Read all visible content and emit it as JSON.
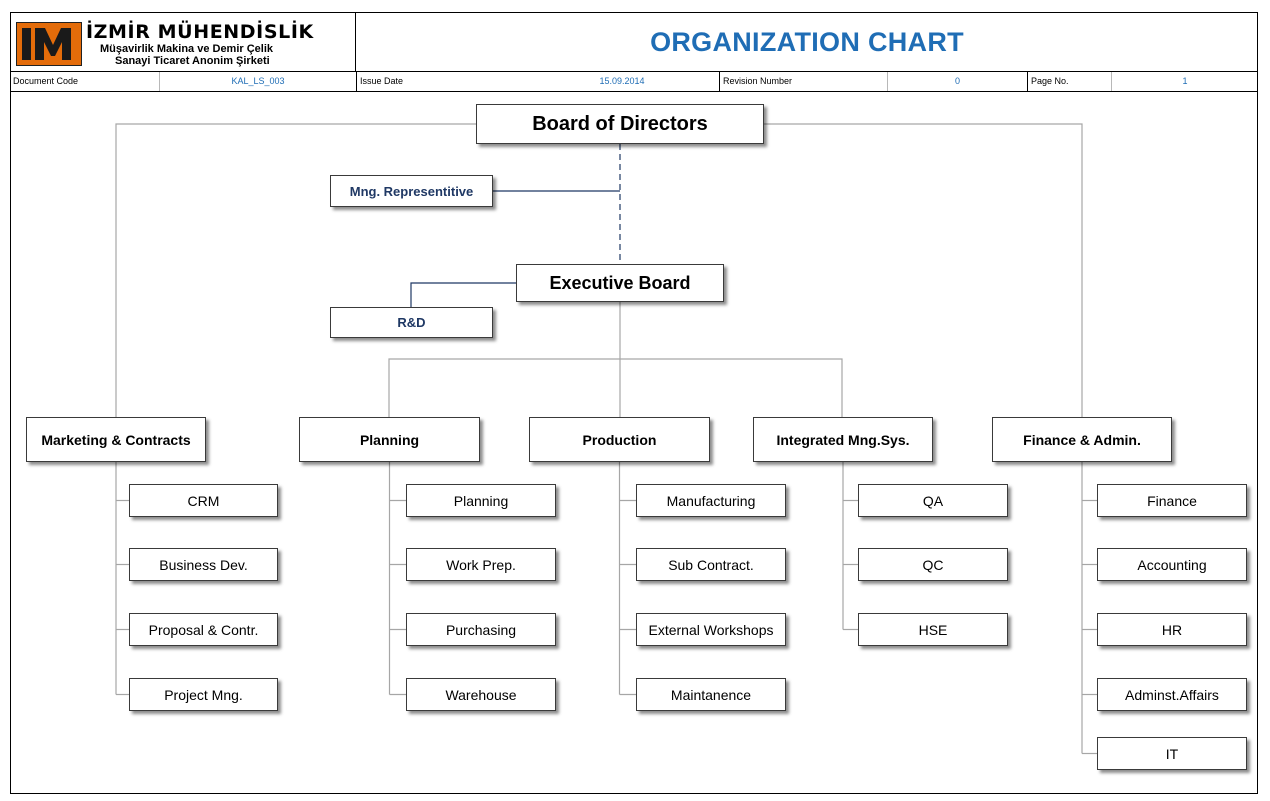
{
  "header": {
    "company_name": "İZMİR MÜHENDİSLİK",
    "company_sub1": "Müşavirlik Makina ve Demir Çelik",
    "company_sub2": "Sanayi Ticaret Anonim Şirketi",
    "title": "ORGANIZATION CHART"
  },
  "meta": {
    "document_code_label": "Document Code",
    "document_code": "KAL_LS_003",
    "issue_date_label": "Issue Date",
    "issue_date": "15.09.2014",
    "revision_label": "Revision Number",
    "revision": "0",
    "page_label": "Page No.",
    "page": "1"
  },
  "colors": {
    "title": "#1f6db5",
    "logo": "#e46c0a",
    "staff_connector": "#1f3864",
    "connector": "#a6a6a6"
  },
  "org": {
    "board": "Board of Directors",
    "mng_rep": "Mng. Representitive",
    "executive": "Executive Board",
    "rnd": "R&D",
    "departments": [
      {
        "name": "Marketing & Contracts",
        "units": [
          "CRM",
          "Business Dev.",
          "Proposal  & Contr.",
          "Project Mng."
        ]
      },
      {
        "name": "Planning",
        "units": [
          "Planning",
          "Work Prep.",
          "Purchasing",
          "Warehouse"
        ]
      },
      {
        "name": "Production",
        "units": [
          "Manufacturing",
          "Sub Contract.",
          "External Workshops",
          "Maintanence"
        ]
      },
      {
        "name": "Integrated Mng.Sys.",
        "units": [
          "QA",
          "QC",
          "HSE"
        ]
      },
      {
        "name": "Finance & Admin.",
        "units": [
          "Finance",
          "Accounting",
          "HR",
          "Adminst.Affairs",
          "IT"
        ]
      }
    ]
  }
}
